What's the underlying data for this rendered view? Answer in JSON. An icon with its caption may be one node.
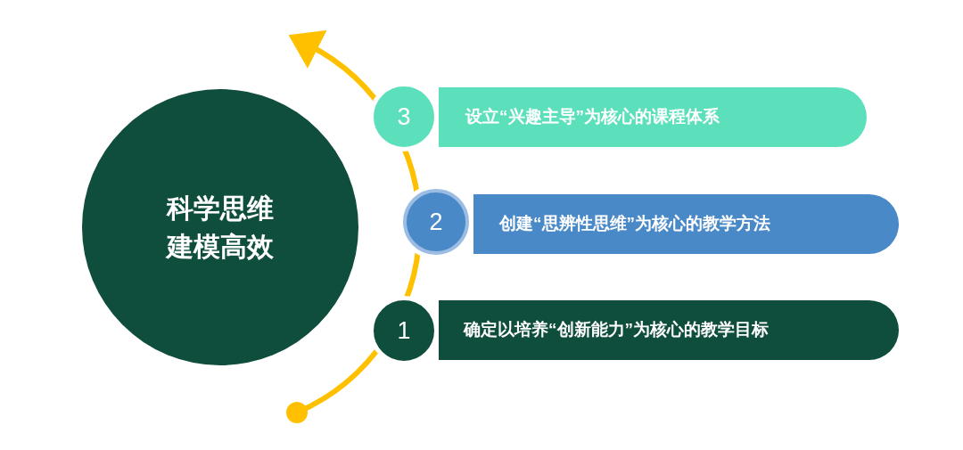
{
  "diagram": {
    "nodes": [
      {
        "text": [
          "科学思维建模高效"
        ]
      },
      {
        "text": [
          "3"
        ]
      },
      {
        "text": [
          "设立“兴趣主导”为核心的课程体系"
        ]
      },
      {
        "text": [
          "2"
        ]
      },
      {
        "text": [
          "创建“思辨性思维”为核心的教学方法"
        ]
      },
      {
        "text": [
          "1"
        ]
      },
      {
        "text": [
          "确定以培养“创新能力”为核心的教学目标"
        ]
      }
    ]
  }
}
